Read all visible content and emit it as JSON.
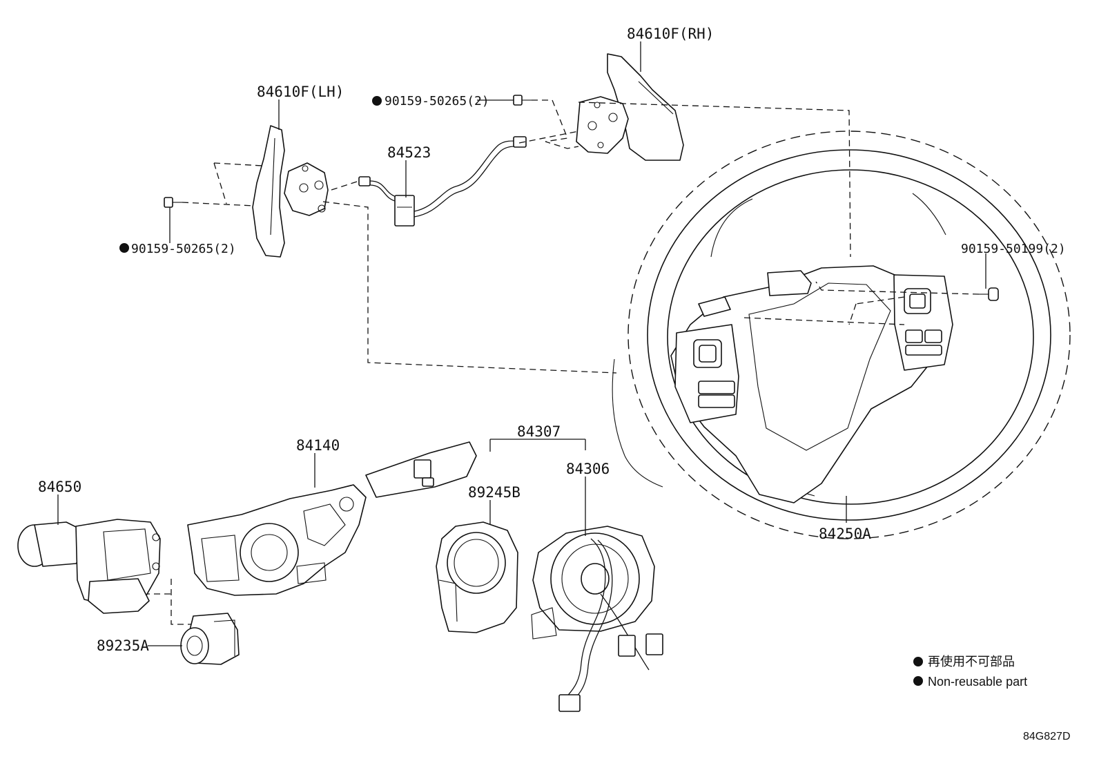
{
  "labels": {
    "paddle_rh": "84610F(RH)",
    "paddle_lh": "84610F(LH)",
    "screw_top": "90159-50265(2)",
    "screw_left": "90159-50265(2)",
    "screw_right": "90159-50199(2)",
    "wire_harness": "84523",
    "steering_pad": "84250A",
    "cluster_group": "84307",
    "spiral_cable": "84306",
    "steering_sensor": "89245B",
    "combination_switch": "84140",
    "wiper_switch": "84650",
    "rear_switch": "89235A"
  },
  "legend": {
    "jp": "再使用不可部品",
    "en": "Non-reusable part"
  },
  "diagram_code": "84G827D"
}
